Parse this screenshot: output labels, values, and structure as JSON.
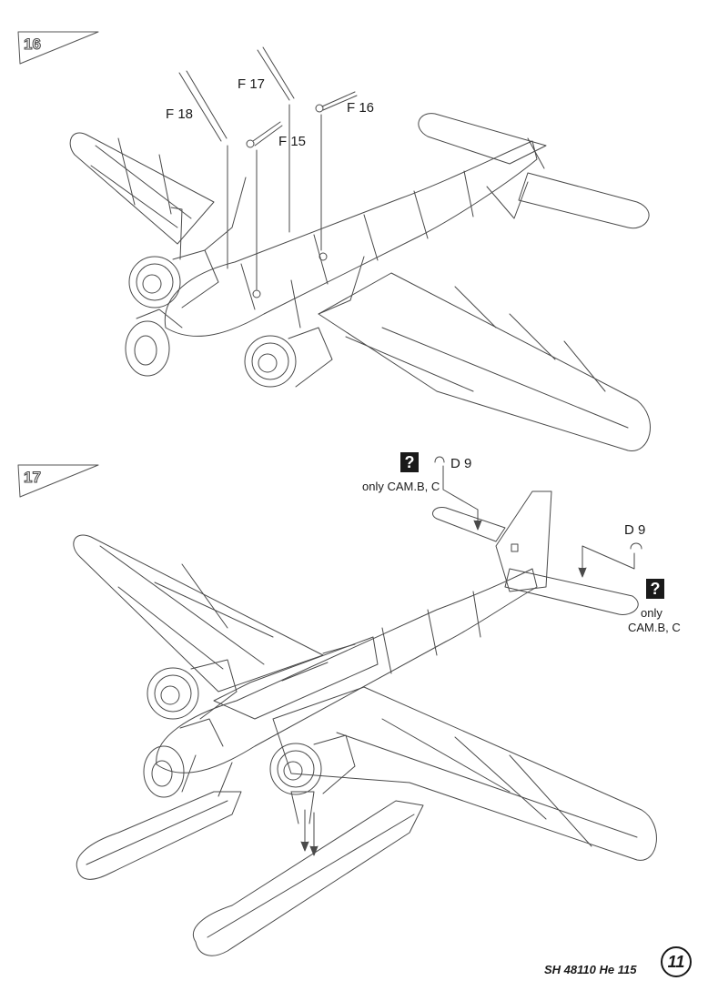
{
  "step16": {
    "number": "16",
    "parts": [
      "F 18",
      "F 17",
      "F 15",
      "F 16"
    ]
  },
  "step17": {
    "number": "17",
    "part_left": "D 9",
    "part_right": "D 9",
    "note_left": "only CAM.B, C",
    "note_right_line1": "only",
    "note_right_line2": "CAM.B, C",
    "question_mark": "?"
  },
  "footer": {
    "code": "SH 48110 He 115",
    "page": "11"
  },
  "colors": {
    "line": "#4a4a4a",
    "tag_fill": "#ffffff",
    "text": "#1a1a1a"
  }
}
